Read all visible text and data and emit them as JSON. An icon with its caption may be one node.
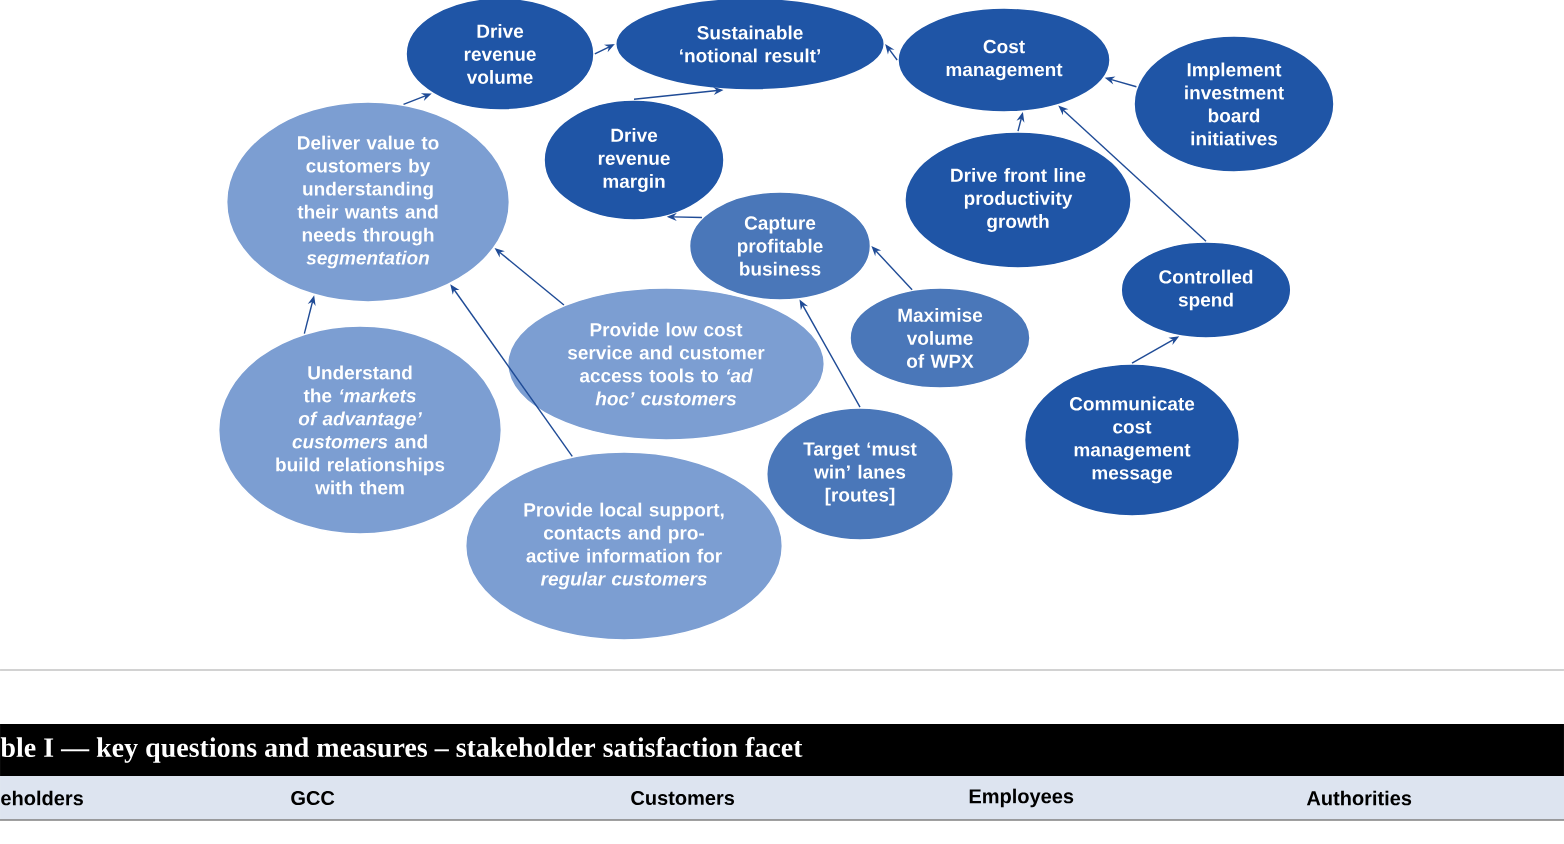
{
  "diagram": {
    "nodes": [
      {
        "text": [
          "Drive revenue volume"
        ]
      },
      {
        "text": [
          "Sustainable ‘notional result’"
        ]
      },
      {
        "text": [
          "Cost management"
        ]
      },
      {
        "text": [
          "Implement investment board initiatives"
        ]
      },
      {
        "text": [
          "Deliver value to customers by understanding their wants and needs through *segmentation*"
        ]
      },
      {
        "text": [
          "Drive revenue margin"
        ]
      },
      {
        "text": [
          "Drive front line productivity growth"
        ]
      },
      {
        "text": [
          "Capture profitable business"
        ]
      },
      {
        "text": [
          "Controlled spend"
        ]
      },
      {
        "text": [
          "Maximise volume of WPX"
        ]
      },
      {
        "text": [
          "Understand the *‘markets of advantage’ customers* and build relationships with them"
        ]
      },
      {
        "text": [
          "Provide low cost service and customer access tools to *‘ad hoc’ customers*"
        ]
      },
      {
        "text": [
          "Target ‘must win’ lanes [routes]"
        ]
      },
      {
        "text": [
          "Communicate cost management message"
        ]
      },
      {
        "text": [
          "Provide local support, contacts and pro-active information for *regular customers*"
        ]
      }
    ],
    "edges": [
      {
        "from": 0,
        "to": 1,
        "arrow": "to"
      },
      {
        "from": 2,
        "to": 1,
        "arrow": "to"
      },
      {
        "from": 5,
        "to": 1,
        "arrow": "to"
      },
      {
        "from": 4,
        "to": 0,
        "arrow": "to"
      },
      {
        "from": 3,
        "to": 2,
        "arrow": "to"
      },
      {
        "from": 6,
        "to": 2,
        "arrow": "to"
      },
      {
        "from": 8,
        "to": 2,
        "arrow": "to"
      },
      {
        "from": 7,
        "to": 5,
        "arrow": "to"
      },
      {
        "from": 9,
        "to": 7,
        "arrow": "to"
      },
      {
        "from": 12,
        "to": 7,
        "arrow": "to"
      },
      {
        "from": 13,
        "to": 8,
        "arrow": "to"
      },
      {
        "from": 10,
        "to": 4,
        "arrow": "to"
      },
      {
        "from": 14,
        "to": 4,
        "arrow": "to"
      },
      {
        "from": 11,
        "to": 4,
        "arrow": "to"
      }
    ],
    "labels": [
      "ble I — key questions and measures – stakeholder satisfaction facet",
      "eholders",
      "GCC",
      "Customers",
      "Employees",
      "Authorities"
    ]
  }
}
